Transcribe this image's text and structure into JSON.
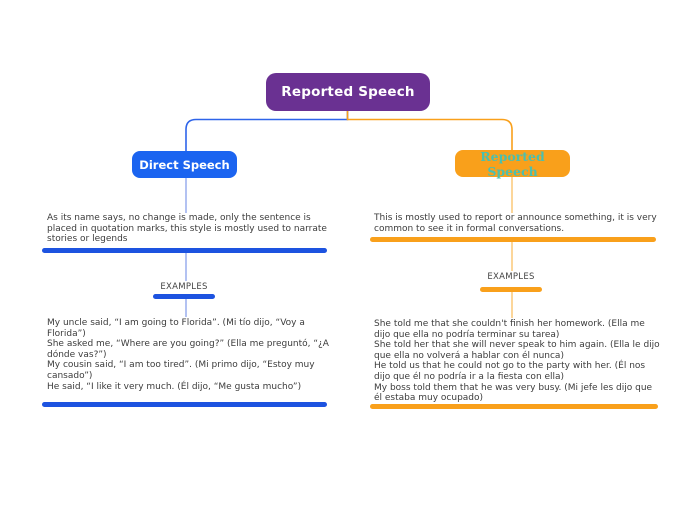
{
  "diagram": {
    "type": "mind-map",
    "topic": "Reported Speech vs Direct Speech"
  },
  "colors": {
    "background": "#FFFFFF",
    "root_fill": "#6A3192",
    "root_text": "#FFFFFF",
    "direct_fill": "#1B64F0",
    "direct_bar": "#1D53E0",
    "direct_text": "#FFFFFF",
    "reported_fill": "#F9A01B",
    "reported_bar": "#F9A01B",
    "reported_label_text": "#4CBFAE",
    "body_text": "#3C3C3C"
  },
  "root": {
    "label": "Reported Speech"
  },
  "direct": {
    "label": "Direct Speech",
    "description": "As its name says, no change is made, only the sentence is placed in quotation marks, this style is mostly used to narrate stories or legends",
    "examples_heading": "EXAMPLES",
    "examples": [
      "My uncle said, “I am going to Florida”. (Mi tío dijo, “Voy a Florida”)",
      "She asked me, “Where are you going?” (Ella me preguntó, “¿A dónde vas?”)",
      "My cousin said, “I am too tired”. (Mi primo dijo, “Estoy muy cansado”)",
      "He said, “I like it very much. (Él dijo, “Me gusta mucho”)"
    ]
  },
  "reported": {
    "label": "Reported Speech",
    "description": "This is mostly used to report or announce something, it is very common to see it in formal conversations.",
    "examples_heading": "EXAMPLES",
    "examples": [
      "She told me that she couldn't finish her homework. (Ella me dijo que ella no podría terminar su tarea)",
      "She told her that she will never speak to him again. (Ella le dijo que ella no volverá a hablar con él nunca)",
      "He told us that he could not go to the party with her. (Él nos dijo que él no podría ir a la fiesta con ella)",
      "My boss told them that he was very busy. (Mi jefe les dijo que él estaba muy ocupado)"
    ]
  }
}
